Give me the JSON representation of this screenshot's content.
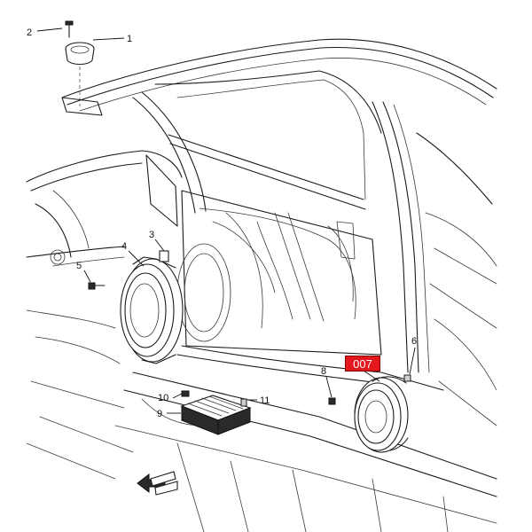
{
  "callouts": [
    {
      "id": "1",
      "label": "1"
    },
    {
      "id": "2",
      "label": "2"
    },
    {
      "id": "3",
      "label": "3"
    },
    {
      "id": "4",
      "label": "4"
    },
    {
      "id": "5",
      "label": "5"
    },
    {
      "id": "6",
      "label": "6"
    },
    {
      "id": "8",
      "label": "8"
    },
    {
      "id": "9",
      "label": "9"
    },
    {
      "id": "10",
      "label": "10"
    },
    {
      "id": "11",
      "label": "11"
    }
  ],
  "badge": {
    "label": "007",
    "color": "#e3171d"
  },
  "icons": {
    "direction": "front-arrow-icon"
  }
}
